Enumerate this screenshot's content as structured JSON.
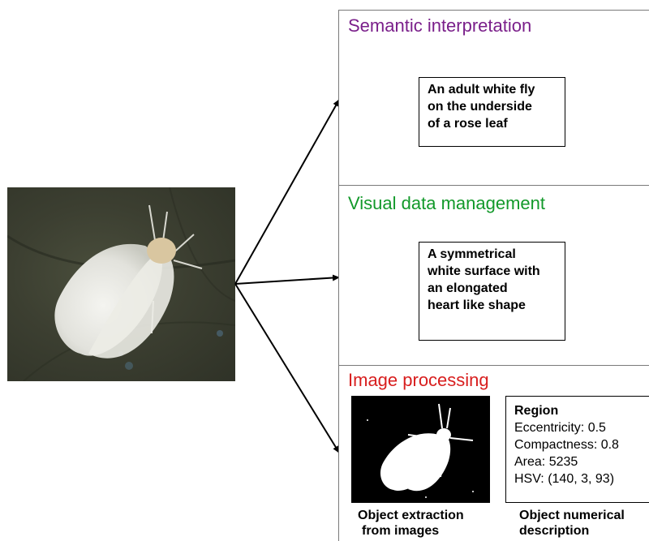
{
  "panels": [
    {
      "heading": "Semantic interpretation",
      "heading_color": "#7a1f8a",
      "description_lines": [
        "An adult white fly",
        "on the underside",
        "of a rose leaf"
      ]
    },
    {
      "heading": "Visual data management",
      "heading_color": "#12992a",
      "description_lines": [
        "A symmetrical",
        "white surface with",
        "an elongated",
        "heart like shape"
      ]
    },
    {
      "heading": "Image processing",
      "heading_color": "#d81e1e"
    }
  ],
  "region_box": {
    "title": "Region",
    "lines": [
      "Eccentricity: 0.5",
      "Compactness: 0.8",
      "Area: 5235",
      "HSV: (140, 3, 93)"
    ]
  },
  "captions": {
    "extraction": [
      "Object extraction",
      "from images"
    ],
    "numerical": [
      "Object numerical",
      "description"
    ]
  }
}
